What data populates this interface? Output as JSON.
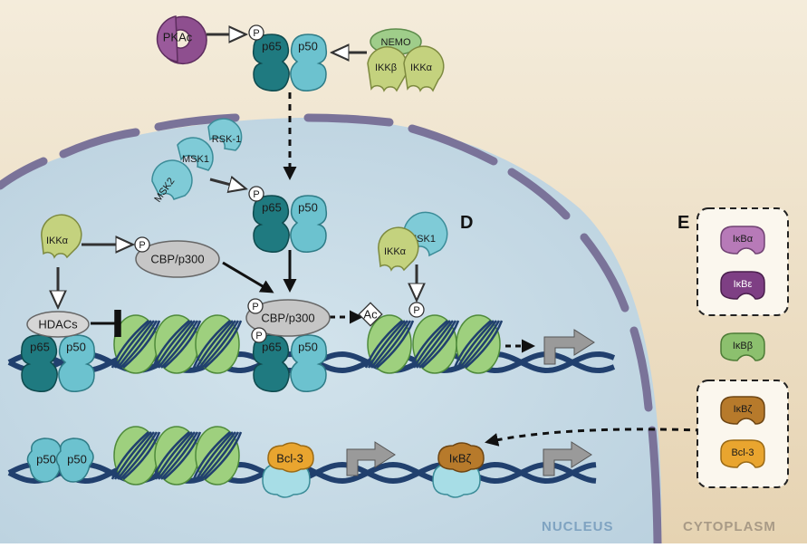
{
  "proteins": {
    "pka": "PKAc",
    "p65": "p65",
    "p50": "p50",
    "nemo": "NEMO",
    "ikkb": "IKKβ",
    "ikka": "IKKα",
    "msk1": "MSK1",
    "msk2": "MSK2",
    "rsk1": "RSK-1",
    "cbp": "CBP/p300",
    "hdacs": "HDACs",
    "bcl3": "Bcl-3",
    "ikbz": "IκBζ",
    "ikba": "IκBα",
    "ikbe": "IκBε",
    "ikbb": "IκBβ"
  },
  "marks": {
    "phospho": "P",
    "acetyl": "Ac"
  },
  "panels": {
    "d": "D",
    "e": "E"
  },
  "regions": {
    "nucleus": "NUCLEUS",
    "cytoplasm": "CYTOPLASM"
  },
  "colors": {
    "cytoplasm_top": "#f3ead8",
    "cytoplasm_bottom": "#e7d6b7",
    "nucleus": "#c6d9e4",
    "envelope": "#79739a",
    "p65": "#1f7a80",
    "p50": "#6cc2cf",
    "ikk": "#c4d27e",
    "nemo": "#9fcd8a",
    "msk": "#7fcbd7",
    "pka": "#8e4f8f",
    "nucleosome": "#9ed07e",
    "dna": "#21406e",
    "cbp": "#c6c6c6",
    "bcl3": "#e9a52f",
    "ikbz": "#b77a2b",
    "ikba": "#b77ab8",
    "ikbe": "#7e3f84",
    "ikbb": "#8cc06e"
  }
}
